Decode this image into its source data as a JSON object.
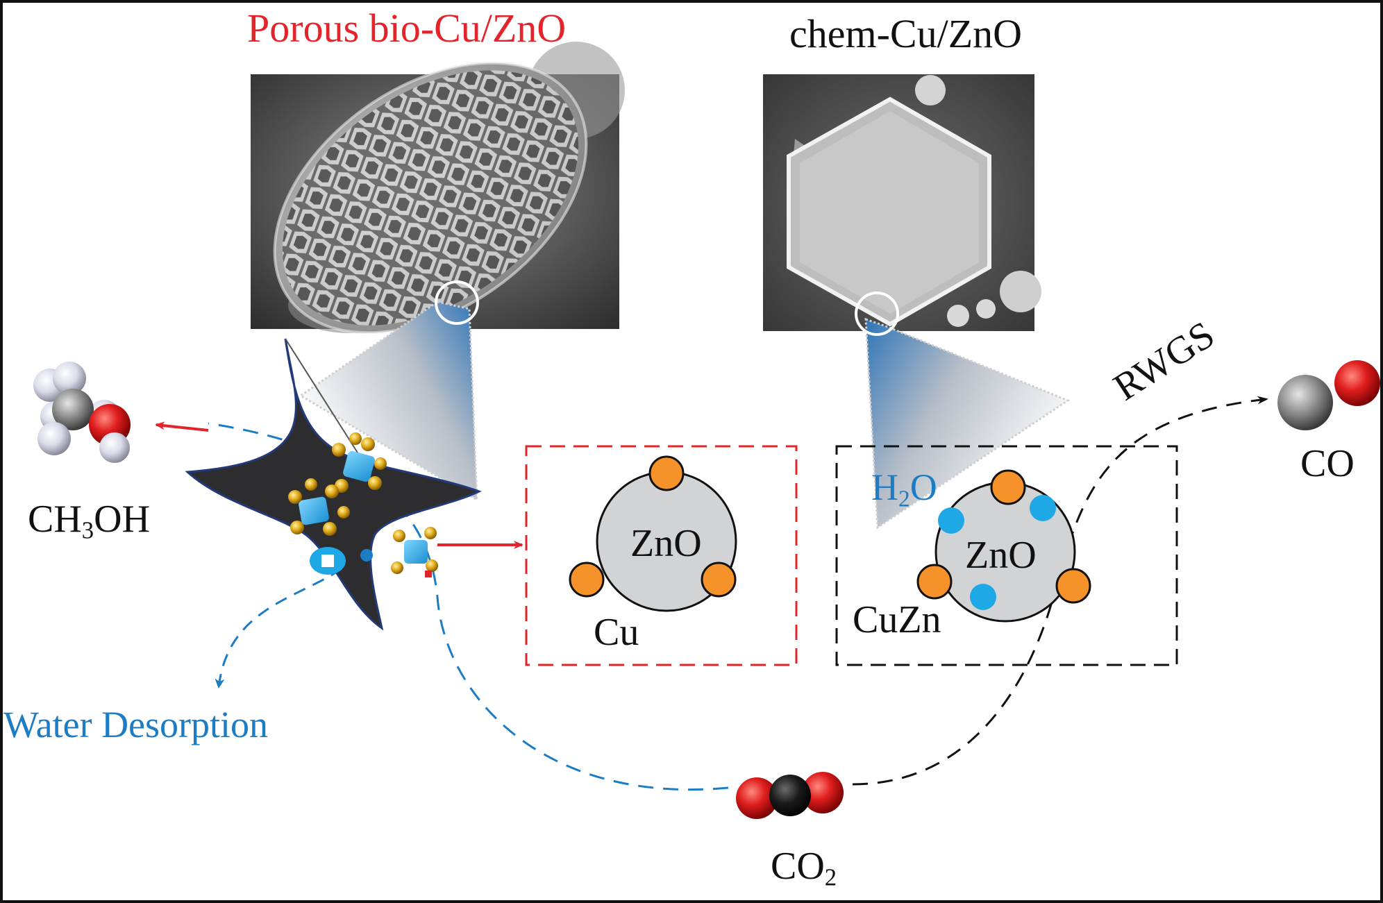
{
  "titles": {
    "bio": "Porous bio-Cu/ZnO",
    "chem": "chem-Cu/ZnO"
  },
  "molecules": {
    "methanol": {
      "main": "CH",
      "sub": "3",
      "tail": "OH"
    },
    "co": "CO",
    "co2": {
      "main": "CO",
      "sub": "2"
    },
    "water": {
      "main": "H",
      "sub": "2",
      "tail": "O"
    }
  },
  "processes": {
    "rwgs": "RWGS",
    "water_desorption": "Water Desorption"
  },
  "particles": {
    "bio": {
      "core": "ZnO",
      "shell": "Cu"
    },
    "chem": {
      "core": "ZnO",
      "shell": "CuZn"
    }
  },
  "colors": {
    "red_accent": "#e3242b",
    "blue_accent": "#1c7cc4",
    "cu_orange": "#f5922a",
    "zno_gray": "#d2d3d5",
    "water_blue": "#1fa8e6"
  }
}
